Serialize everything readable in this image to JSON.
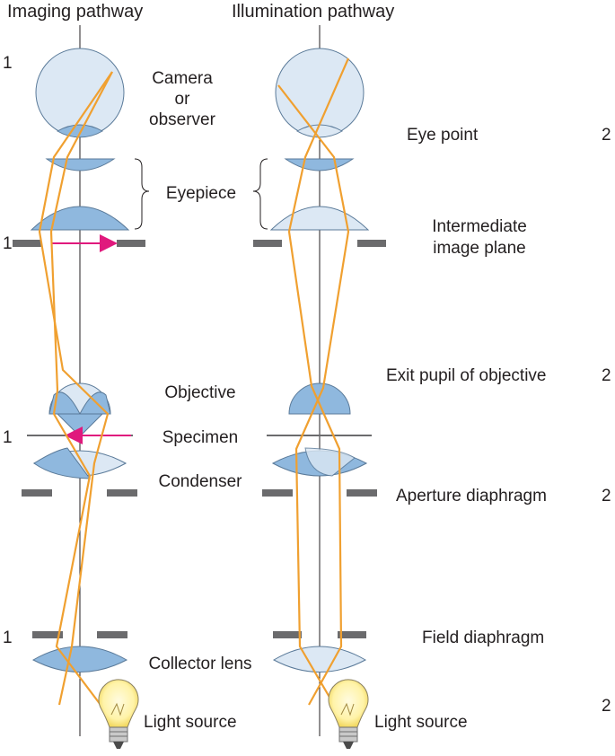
{
  "titles": {
    "left": "Imaging pathway",
    "right": "Illumination pathway"
  },
  "labels": {
    "camera": [
      "Camera",
      "or",
      "observer"
    ],
    "eyepiece": "Eyepiece",
    "objective": "Objective",
    "specimen": "Specimen",
    "condenser": "Condenser",
    "collector_lens": "Collector lens",
    "light_source_left": "Light source",
    "light_source_right": "Light source",
    "eye_point": "Eye point",
    "intermediate_image_plane": [
      "Intermediate",
      "image plane"
    ],
    "exit_pupil": "Exit pupil of objective",
    "aperture_diaphragm": "Aperture diaphragm",
    "field_diaphragm": "Field diaphragm"
  },
  "numbers": {
    "left_camera": "1",
    "left_intermediate": "1",
    "left_specimen": "1",
    "left_field": "1",
    "right_eye_point": "2",
    "right_exit_pupil": "2",
    "right_aperture": "2",
    "right_light_source": "2"
  },
  "colors": {
    "ray": "#f0a030",
    "arrow": "#e0197d",
    "lens_blue": "#8fb8de",
    "lens_light": "#dce8f4",
    "diaphragm": "#6b6b6d"
  }
}
